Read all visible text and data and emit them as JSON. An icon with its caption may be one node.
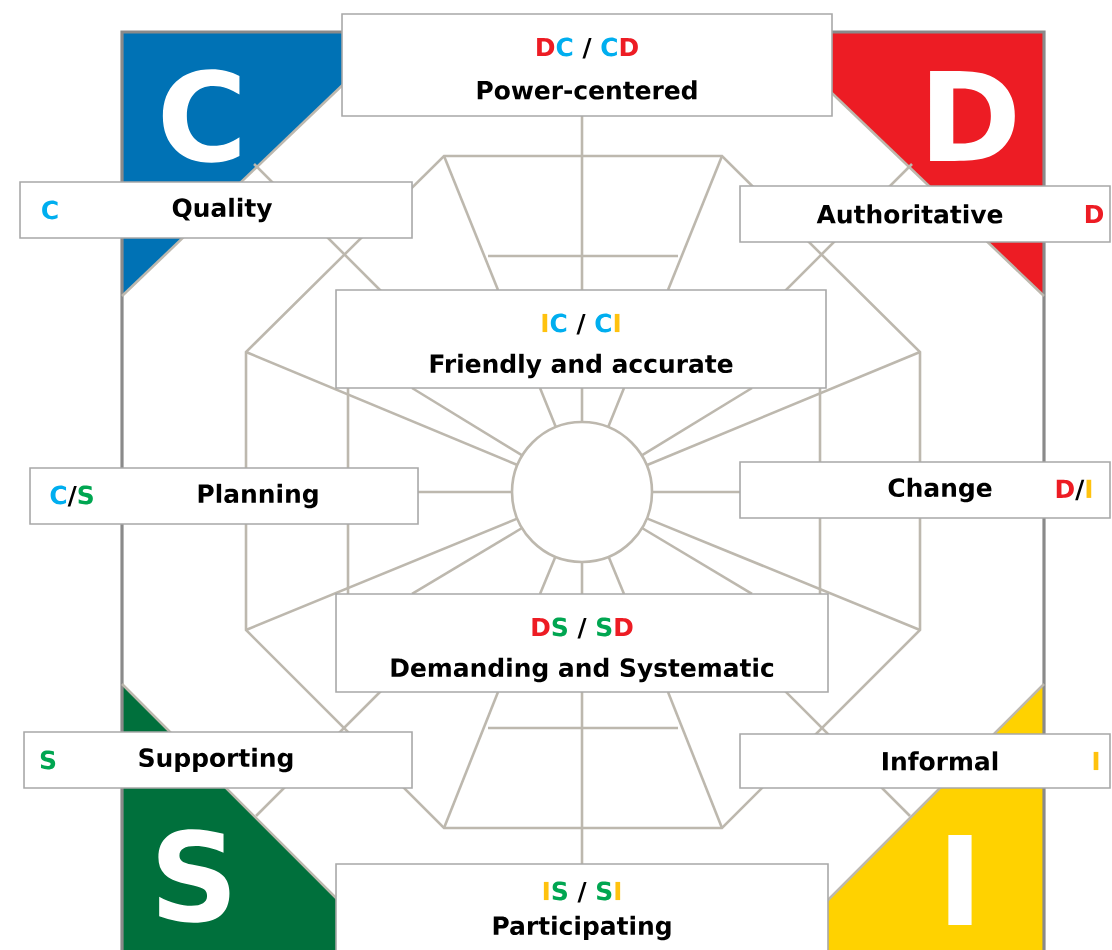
{
  "diagram": {
    "nodes": [
      {
        "text": [
          "DC / CD",
          "Power-centered"
        ]
      },
      {
        "text": [
          "C",
          "Quality"
        ]
      },
      {
        "text": [
          "Authoritative",
          "D"
        ]
      },
      {
        "text": [
          "IC / CI",
          "Friendly and accurate"
        ]
      },
      {
        "text": [
          "C/S",
          "Planning"
        ]
      },
      {
        "text": [
          "Change",
          "D/I"
        ]
      },
      {
        "text": [
          "DS / SD",
          "Demanding and Systematic"
        ]
      },
      {
        "text": [
          "S",
          "Supporting"
        ]
      },
      {
        "text": [
          "Informal",
          "I"
        ]
      },
      {
        "text": [
          "IS / SI",
          "Participating"
        ]
      }
    ],
    "labels": [
      "C",
      "D",
      "S",
      "I"
    ]
  }
}
